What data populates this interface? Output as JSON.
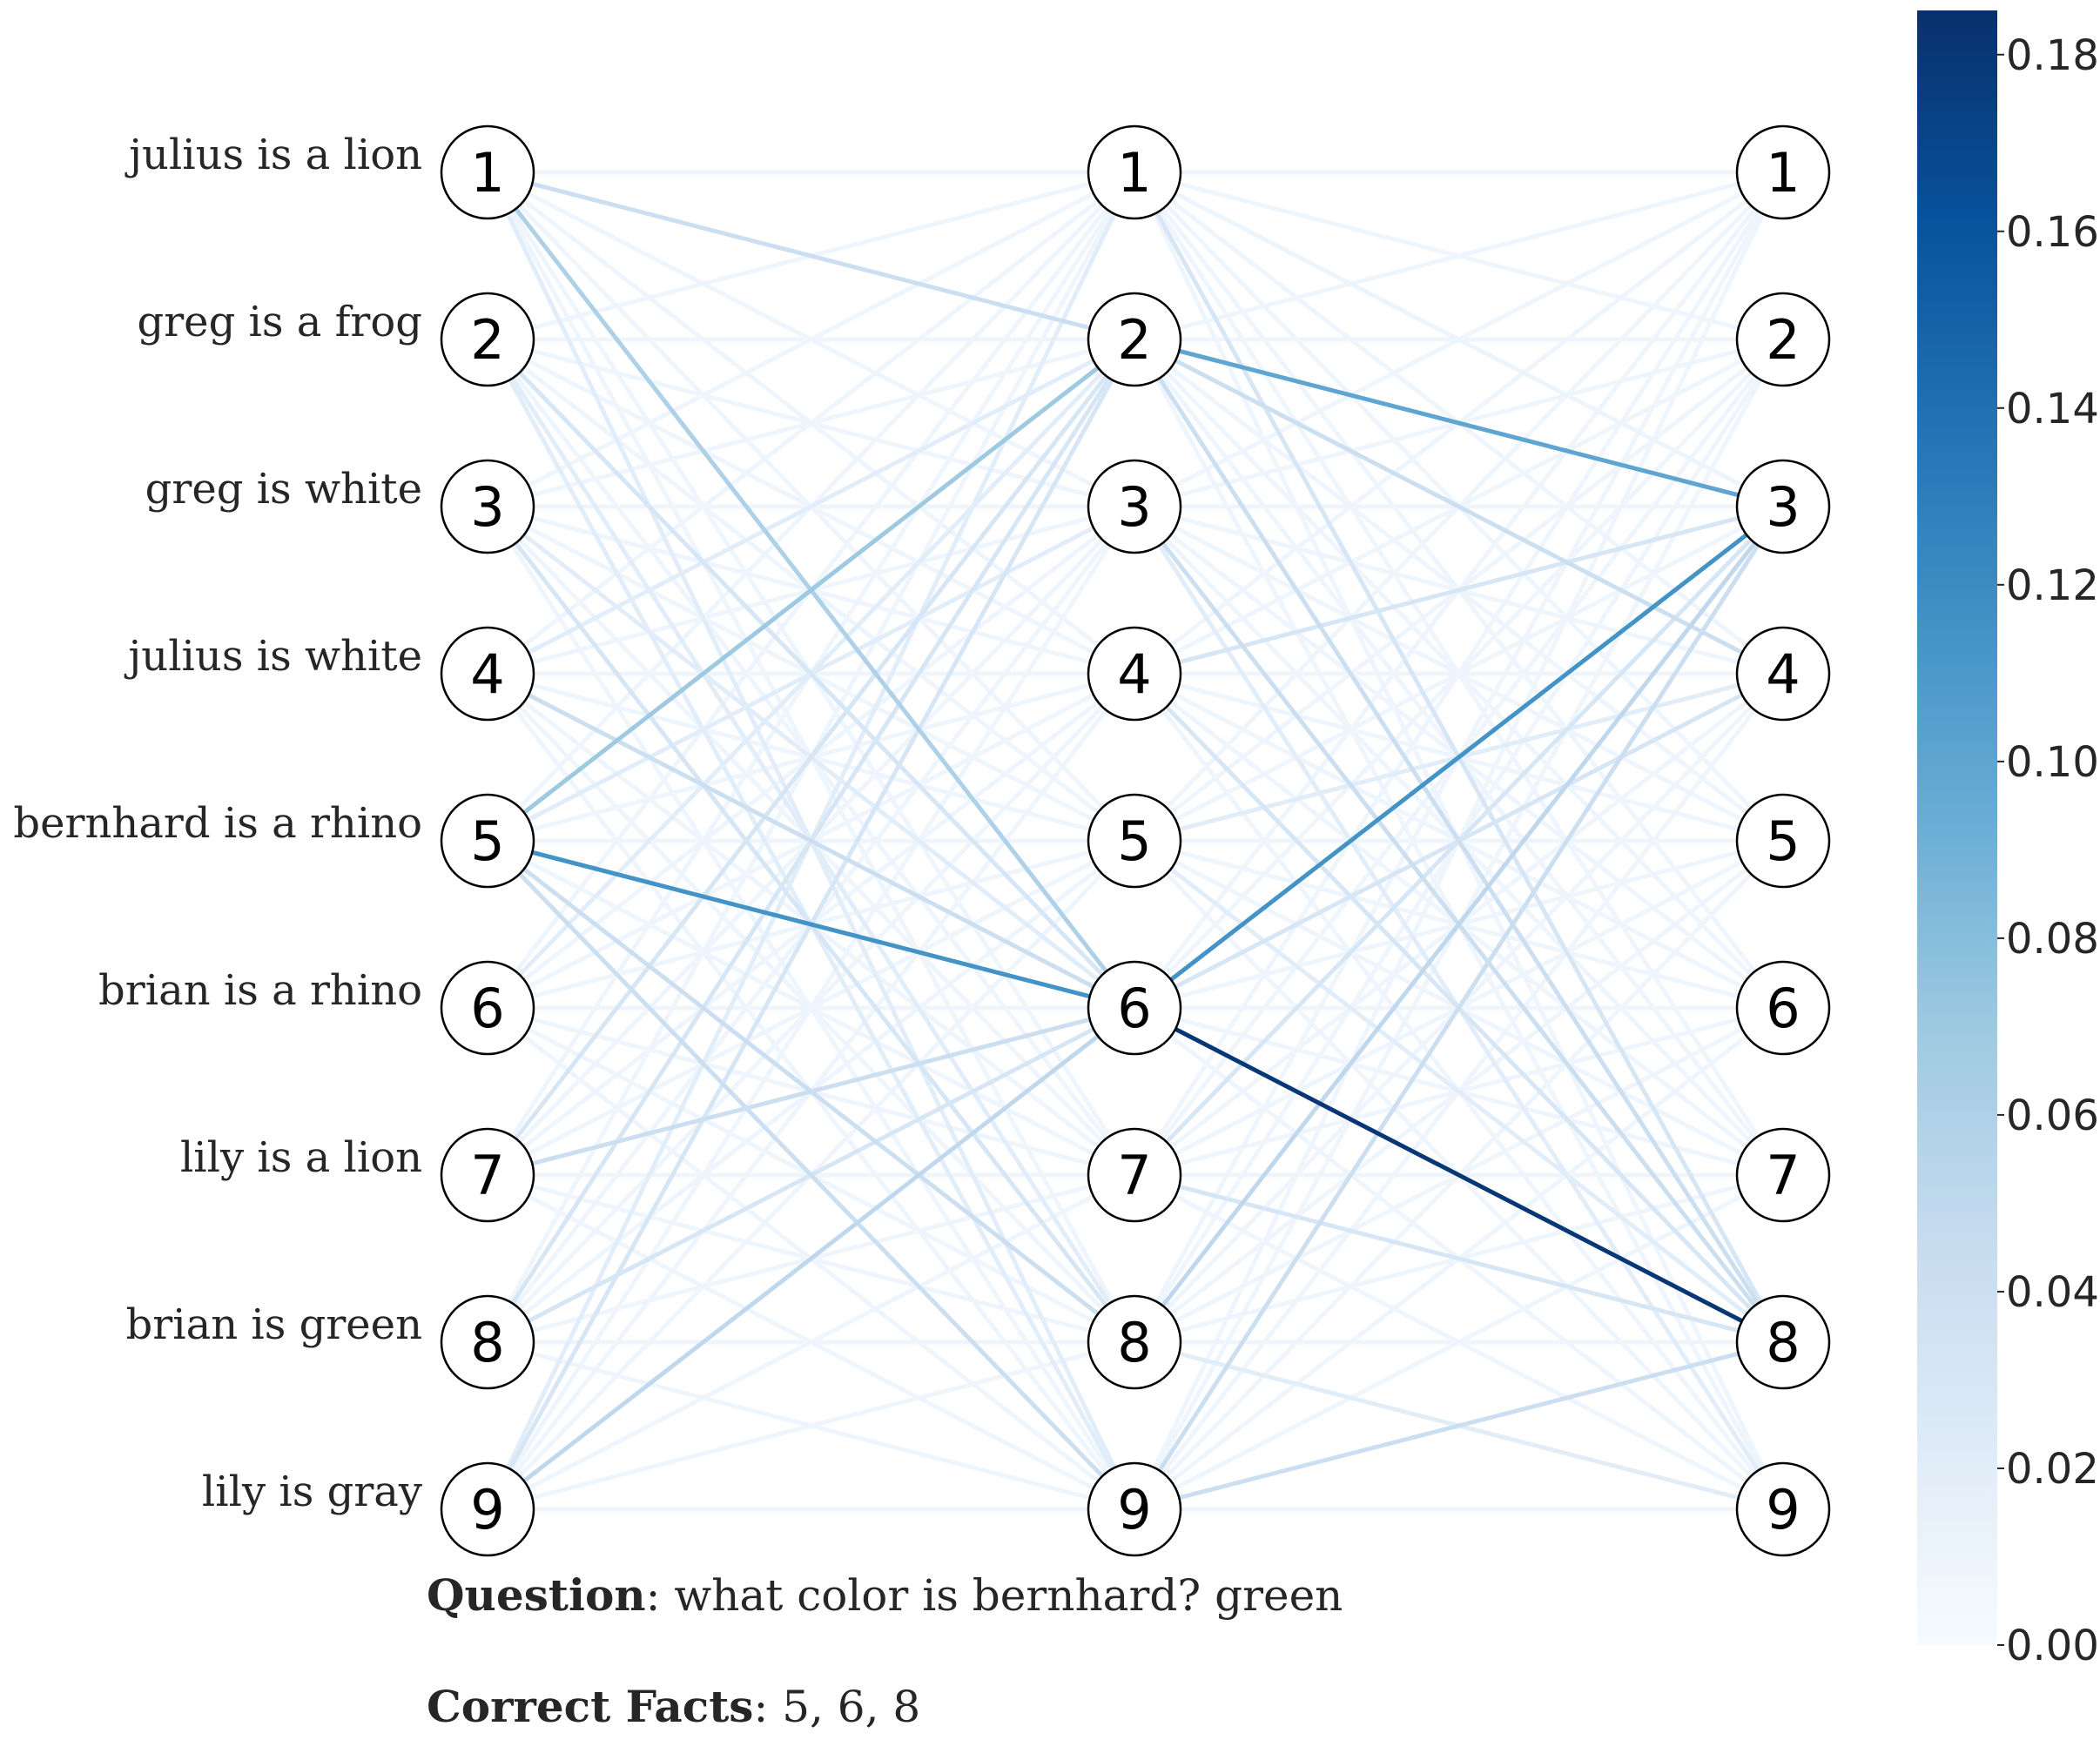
{
  "facts": [
    "julius is a lion",
    "greg is a frog",
    "greg is white",
    "julius is white",
    "bernhard is a rhino",
    "brian is a rhino",
    "lily is a lion",
    "brian is green",
    "lily is gray"
  ],
  "node_labels": [
    "1",
    "2",
    "3",
    "4",
    "5",
    "6",
    "7",
    "8",
    "9"
  ],
  "question": {
    "label": "Question",
    "text": ": what color is bernhard? green"
  },
  "correct_facts": {
    "label": "Correct Facts",
    "text": ": 5, 6, 8"
  },
  "colorbar": {
    "colormap": "Blues",
    "range": [
      0,
      0.185
    ],
    "ticks": [
      "0.00",
      "0.02",
      "0.04",
      "0.06",
      "0.08",
      "0.10",
      "0.12",
      "0.14",
      "0.16",
      "0.18"
    ],
    "tick_values": [
      0,
      0.02,
      0.04,
      0.06,
      0.08,
      0.1,
      0.12,
      0.14,
      0.16,
      0.18
    ]
  },
  "chart_data": {
    "type": "network",
    "layers": 3,
    "nodes_per_layer": 9,
    "edges_layer1_to_layer2": [
      {
        "from": 1,
        "to": 2,
        "weight": 0.04
      },
      {
        "from": 1,
        "to": 6,
        "weight": 0.06
      },
      {
        "from": 1,
        "to": 9,
        "weight": 0.02
      },
      {
        "from": 2,
        "to": 6,
        "weight": 0.03
      },
      {
        "from": 2,
        "to": 9,
        "weight": 0.02
      },
      {
        "from": 3,
        "to": 8,
        "weight": 0.03
      },
      {
        "from": 3,
        "to": 6,
        "weight": 0.02
      },
      {
        "from": 4,
        "to": 6,
        "weight": 0.04
      },
      {
        "from": 4,
        "to": 2,
        "weight": 0.02
      },
      {
        "from": 5,
        "to": 6,
        "weight": 0.115
      },
      {
        "from": 5,
        "to": 2,
        "weight": 0.07
      },
      {
        "from": 5,
        "to": 8,
        "weight": 0.04
      },
      {
        "from": 5,
        "to": 9,
        "weight": 0.04
      },
      {
        "from": 5,
        "to": 3,
        "weight": 0.02
      },
      {
        "from": 7,
        "to": 6,
        "weight": 0.04
      },
      {
        "from": 7,
        "to": 2,
        "weight": 0.03
      },
      {
        "from": 8,
        "to": 2,
        "weight": 0.03
      },
      {
        "from": 8,
        "to": 6,
        "weight": 0.03
      },
      {
        "from": 9,
        "to": 6,
        "weight": 0.05
      },
      {
        "from": 9,
        "to": 2,
        "weight": 0.03
      },
      {
        "from": 9,
        "to": 1,
        "weight": 0.02
      },
      {
        "from": 6,
        "to": 2,
        "weight": 0.02
      },
      {
        "from": 2,
        "to": 8,
        "weight": 0.02
      }
    ],
    "edges_layer2_to_layer3": [
      {
        "from": 2,
        "to": 3,
        "weight": 0.1
      },
      {
        "from": 2,
        "to": 4,
        "weight": 0.04
      },
      {
        "from": 2,
        "to": 8,
        "weight": 0.04
      },
      {
        "from": 1,
        "to": 8,
        "weight": 0.03
      },
      {
        "from": 3,
        "to": 8,
        "weight": 0.04
      },
      {
        "from": 4,
        "to": 8,
        "weight": 0.03
      },
      {
        "from": 4,
        "to": 3,
        "weight": 0.03
      },
      {
        "from": 6,
        "to": 3,
        "weight": 0.115
      },
      {
        "from": 6,
        "to": 8,
        "weight": 0.18
      },
      {
        "from": 6,
        "to": 4,
        "weight": 0.03
      },
      {
        "from": 7,
        "to": 8,
        "weight": 0.03
      },
      {
        "from": 7,
        "to": 3,
        "weight": 0.03
      },
      {
        "from": 8,
        "to": 3,
        "weight": 0.05
      },
      {
        "from": 8,
        "to": 9,
        "weight": 0.02
      },
      {
        "from": 9,
        "to": 8,
        "weight": 0.04
      },
      {
        "from": 9,
        "to": 3,
        "weight": 0.04
      },
      {
        "from": 5,
        "to": 4,
        "weight": 0.02
      },
      {
        "from": 5,
        "to": 8,
        "weight": 0.02
      },
      {
        "from": 1,
        "to": 3,
        "weight": 0.01
      },
      {
        "from": 3,
        "to": 9,
        "weight": 0.02
      }
    ],
    "background_weight": 0.008,
    "colorbar_range": [
      0,
      0.185
    ]
  }
}
